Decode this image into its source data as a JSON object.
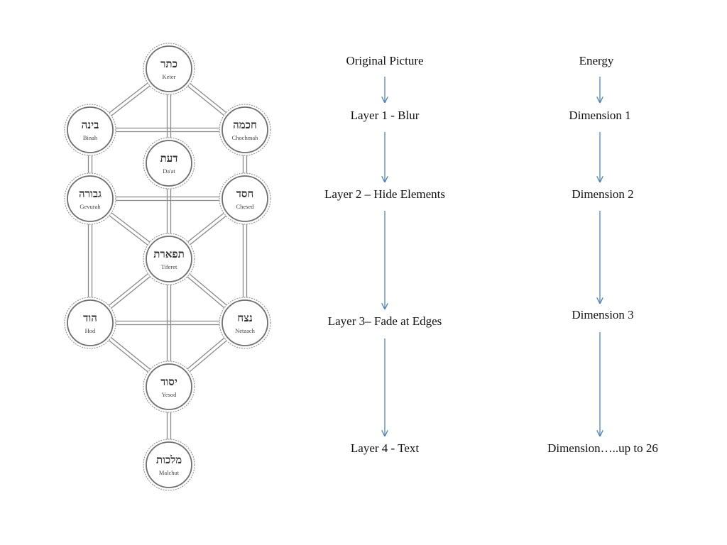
{
  "tree": {
    "nodes": [
      {
        "id": "keter",
        "hebrew": "כתר",
        "name": "Keter"
      },
      {
        "id": "binah",
        "hebrew": "בינה",
        "name": "Binah"
      },
      {
        "id": "chochmah",
        "hebrew": "חכמה",
        "name": "Chochmah"
      },
      {
        "id": "daat",
        "hebrew": "דעת",
        "name": "Da'at"
      },
      {
        "id": "gevurah",
        "hebrew": "גבורה",
        "name": "Gevurah"
      },
      {
        "id": "chesed",
        "hebrew": "חסד",
        "name": "Chesed"
      },
      {
        "id": "tiferet",
        "hebrew": "תפארת",
        "name": "Tiferet"
      },
      {
        "id": "hod",
        "hebrew": "הוד",
        "name": "Hod"
      },
      {
        "id": "netzach",
        "hebrew": "נצח",
        "name": "Netzach"
      },
      {
        "id": "yesod",
        "hebrew": "יסוד",
        "name": "Yesod"
      },
      {
        "id": "malchut",
        "hebrew": "מלכות",
        "name": "Malchut"
      }
    ]
  },
  "layers": {
    "items": [
      "Original Picture",
      "Layer 1 - Blur",
      "Layer 2 – Hide Elements",
      "Layer 3– Fade at Edges",
      "Layer 4 - Text"
    ]
  },
  "dimensions": {
    "items": [
      "Energy",
      "Dimension 1",
      "Dimension 2",
      "Dimension 3",
      "Dimension…..up to 26"
    ]
  },
  "colors": {
    "arrow": "#4f81bd",
    "text": "#111111",
    "tree_line": "#8a8a8a"
  }
}
